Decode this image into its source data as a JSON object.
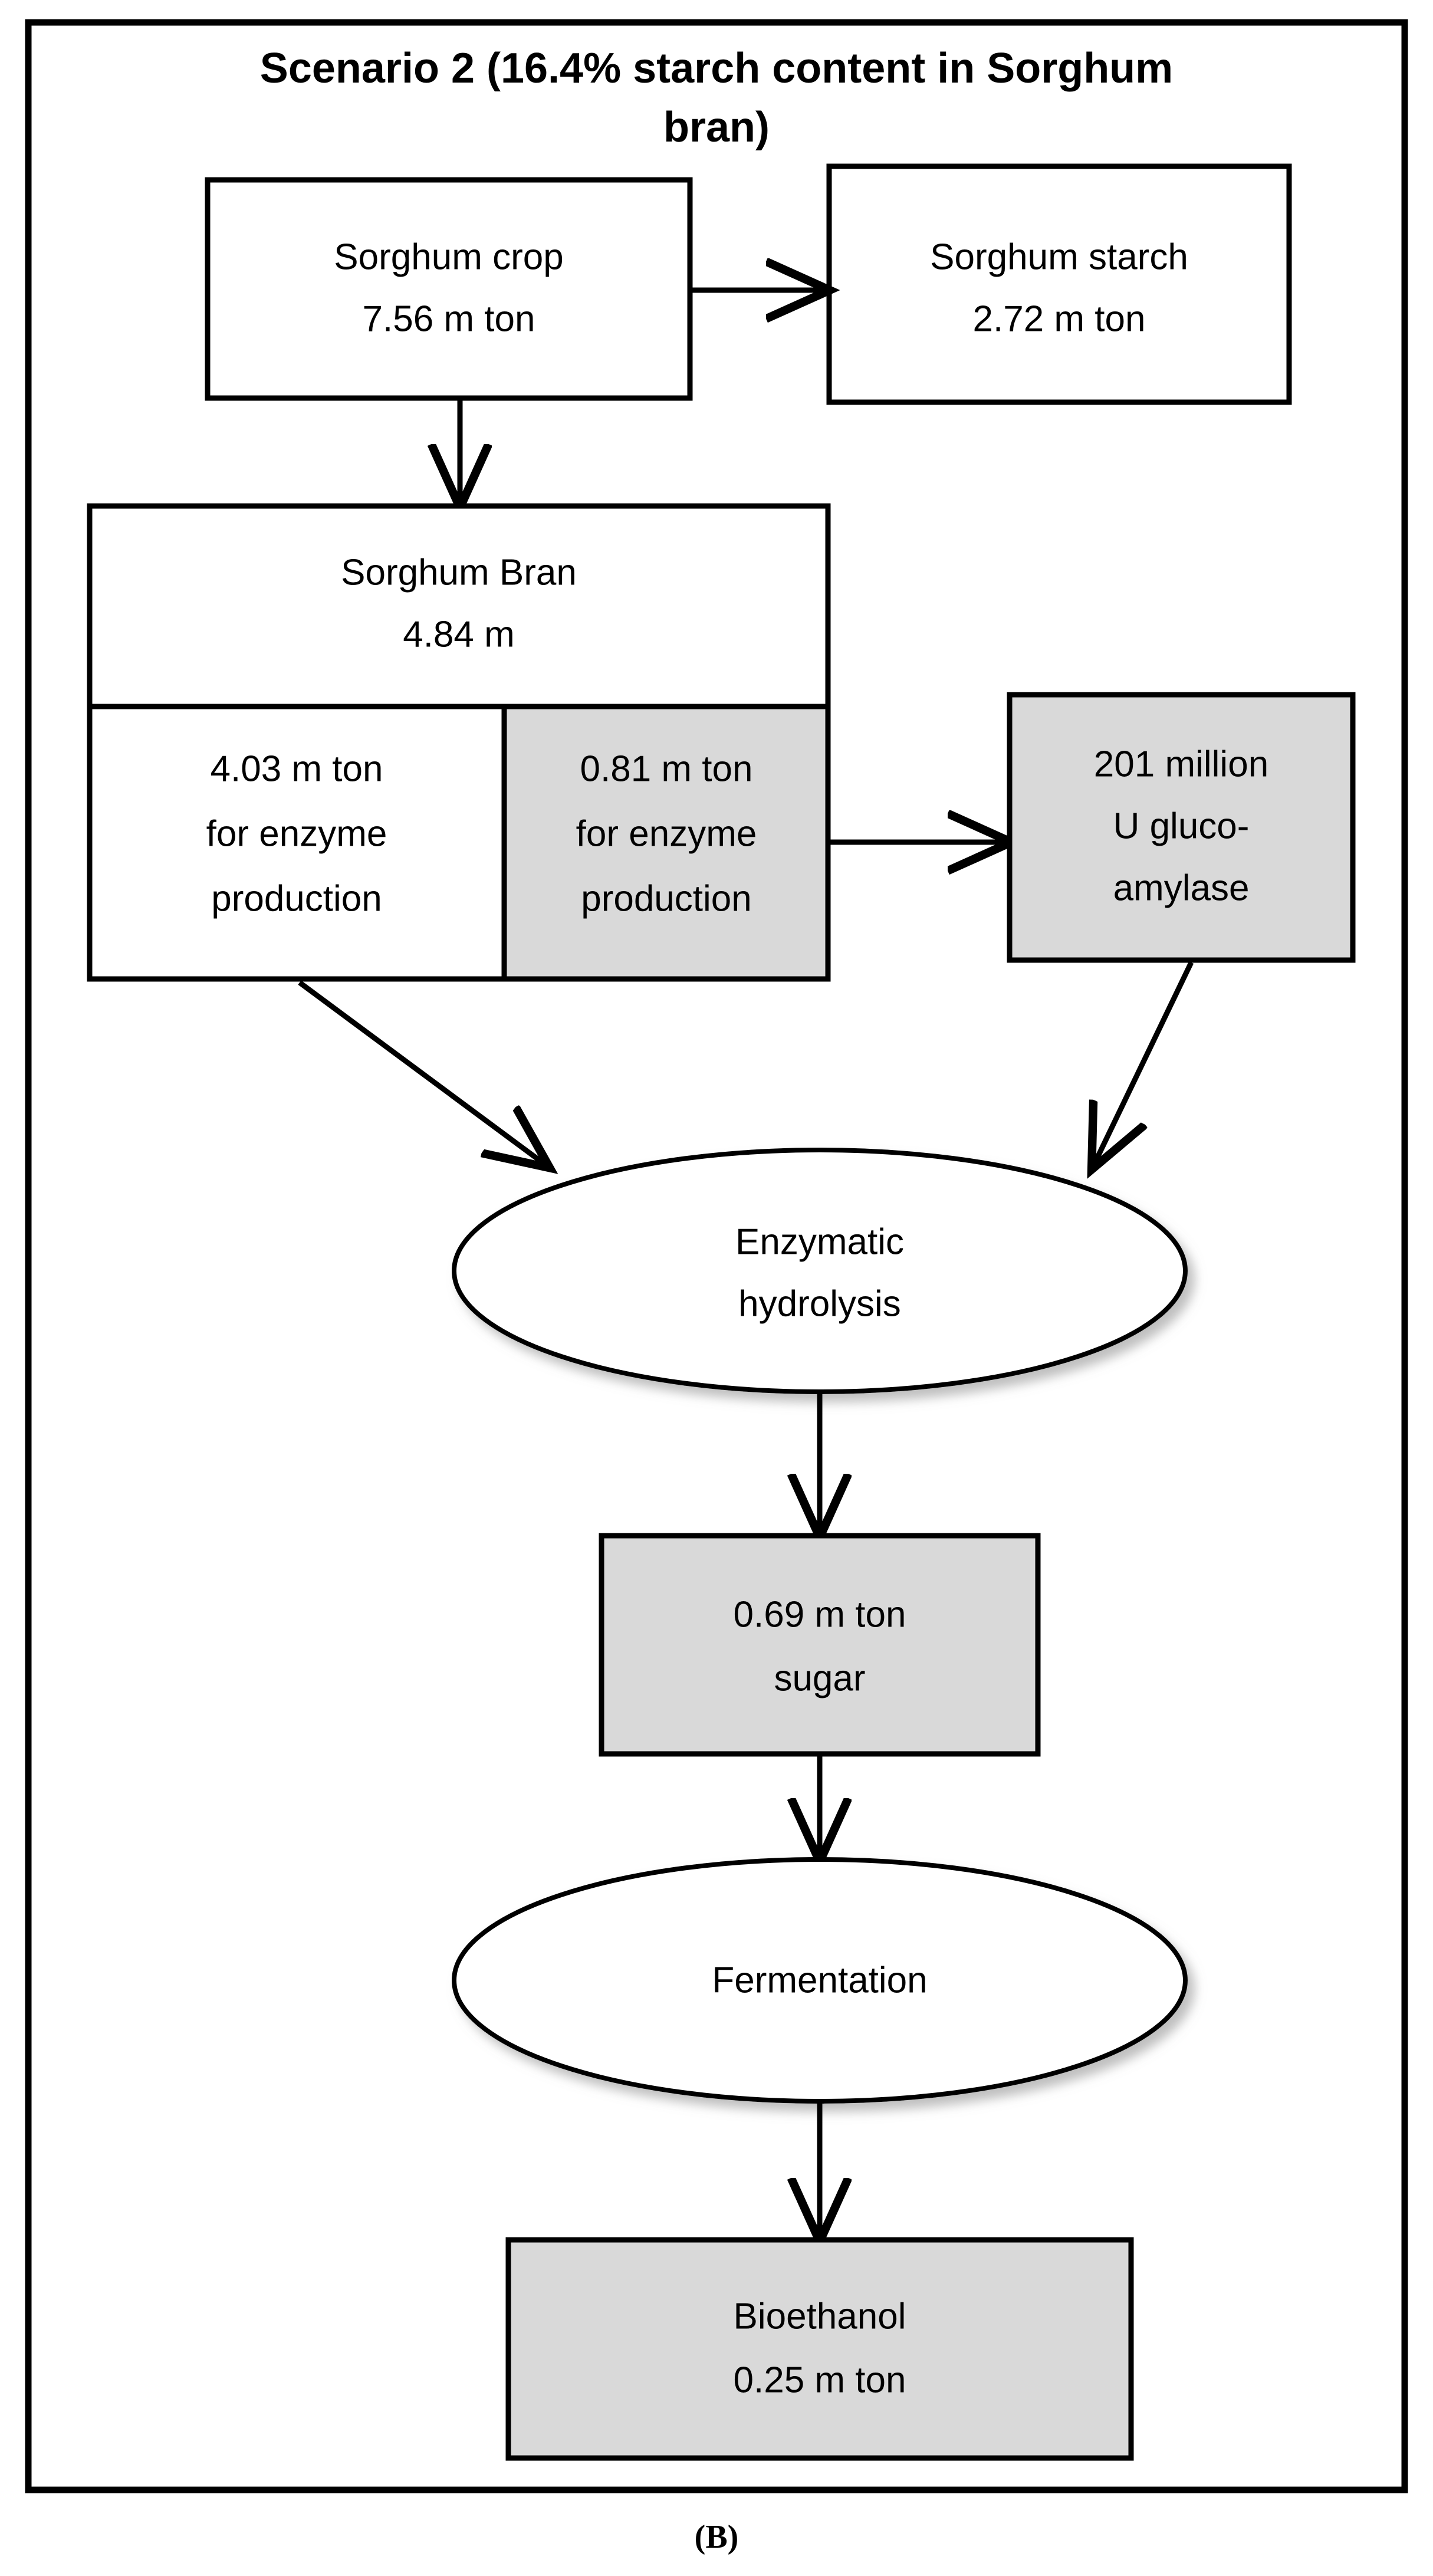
{
  "figure": {
    "title": "Scenario 2 (16.4% starch content in Sorghum bran)",
    "title_line1": "Scenario 2 (16.4% starch content in Sorghum",
    "title_line2": "bran)",
    "caption": "(B)",
    "colors": {
      "fill_white": "#FFFFFF",
      "fill_gray": "#D9D9D9",
      "stroke": "#000000",
      "background": "#FFFFFF"
    }
  },
  "nodes": {
    "sorghum_crop": {
      "label_line1": "Sorghum crop",
      "label_line2": "7.56 m ton",
      "shape": "rectangle",
      "fill": "white"
    },
    "sorghum_starch": {
      "label_line1": "Sorghum starch",
      "label_line2": "2.72 m ton",
      "shape": "rectangle",
      "fill": "white"
    },
    "sorghum_bran": {
      "label_line1": "Sorghum Bran",
      "label_line2": "4.84 m",
      "shape": "rectangle",
      "fill": "white"
    },
    "bran_split_left": {
      "label_line1": "4.03 m ton",
      "label_line2": "for enzyme",
      "label_line3": "production",
      "shape": "rectangle",
      "fill": "white"
    },
    "bran_split_right": {
      "label_line1": "0.81 m ton",
      "label_line2": "for enzyme",
      "label_line3": "production",
      "shape": "rectangle",
      "fill": "gray"
    },
    "glucoamylase": {
      "label_line1": "201 million",
      "label_line2": "U gluco-",
      "label_line3": "amylase",
      "shape": "rectangle",
      "fill": "gray"
    },
    "enzymatic_hydrolysis": {
      "label_line1": "Enzymatic",
      "label_line2": "hydrolysis",
      "shape": "ellipse",
      "fill": "white"
    },
    "sugar": {
      "label_line1": "0.69 m ton",
      "label_line2": "sugar",
      "shape": "rectangle",
      "fill": "gray"
    },
    "fermentation": {
      "label_line1": "Fermentation",
      "shape": "ellipse",
      "fill": "white"
    },
    "bioethanol": {
      "label_line1": "Bioethanol",
      "label_line2": "0.25 m ton",
      "shape": "rectangle",
      "fill": "gray"
    }
  },
  "edges": [
    {
      "from": "sorghum_crop",
      "to": "sorghum_starch",
      "direction": "right"
    },
    {
      "from": "sorghum_crop",
      "to": "sorghum_bran",
      "direction": "down"
    },
    {
      "from": "bran_split_right",
      "to": "glucoamylase",
      "direction": "right"
    },
    {
      "from": "bran_split_left",
      "to": "enzymatic_hydrolysis",
      "direction": "diagonal-down-right"
    },
    {
      "from": "glucoamylase",
      "to": "enzymatic_hydrolysis",
      "direction": "diagonal-down-left"
    },
    {
      "from": "enzymatic_hydrolysis",
      "to": "sugar",
      "direction": "down"
    },
    {
      "from": "sugar",
      "to": "fermentation",
      "direction": "down"
    },
    {
      "from": "fermentation",
      "to": "bioethanol",
      "direction": "down"
    }
  ],
  "chart_data": {
    "type": "diagram",
    "title": "Scenario 2 (16.4% starch content in Sorghum bran)",
    "flow_values": [
      {
        "node": "Sorghum crop",
        "value": 7.56,
        "unit": "m ton"
      },
      {
        "node": "Sorghum starch",
        "value": 2.72,
        "unit": "m ton"
      },
      {
        "node": "Sorghum Bran",
        "value": 4.84,
        "unit": "m"
      },
      {
        "node": "Bran for enzyme production (left)",
        "value": 4.03,
        "unit": "m ton"
      },
      {
        "node": "Bran for enzyme production (right)",
        "value": 0.81,
        "unit": "m ton"
      },
      {
        "node": "Glucoamylase",
        "value": 201,
        "unit": "million U"
      },
      {
        "node": "Sugar",
        "value": 0.69,
        "unit": "m ton"
      },
      {
        "node": "Bioethanol",
        "value": 0.25,
        "unit": "m ton"
      }
    ]
  }
}
